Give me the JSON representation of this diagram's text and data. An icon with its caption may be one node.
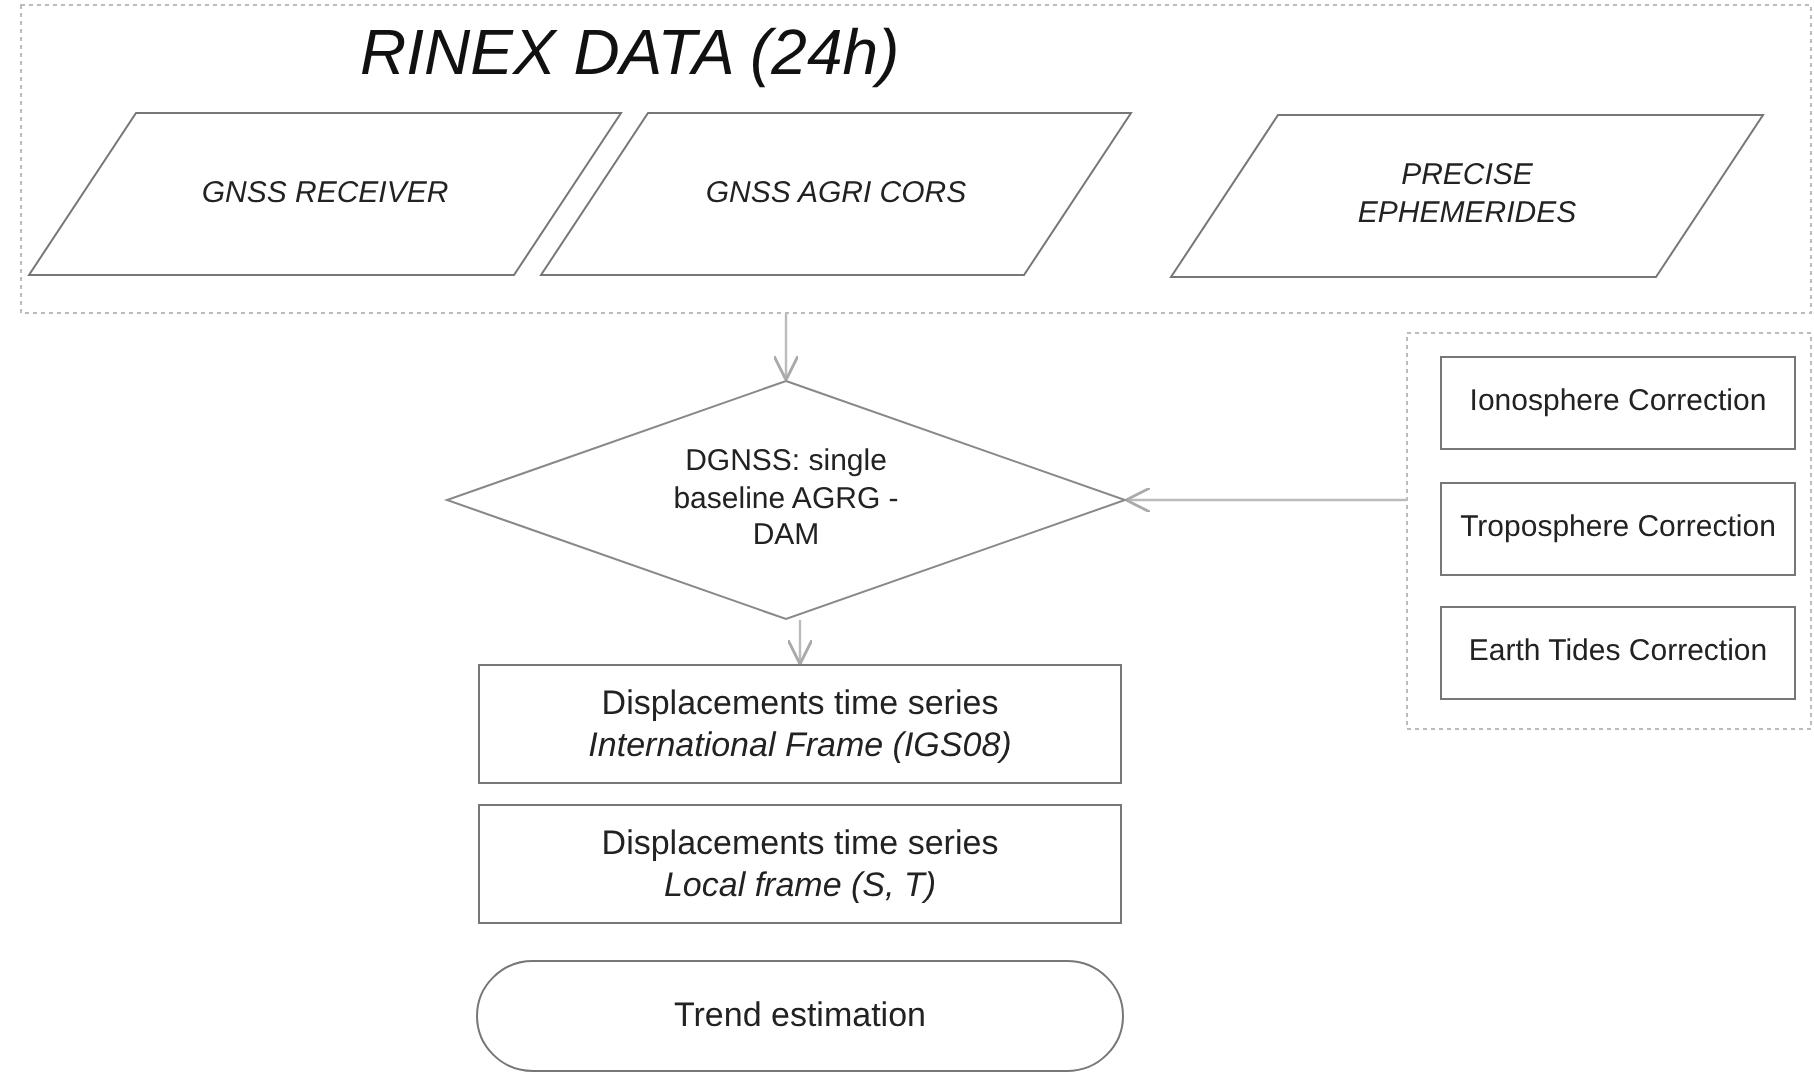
{
  "diagram": {
    "nodes": [
      {
        "text": [
          "RINEX DATA (24h)"
        ]
      },
      {
        "text": [
          "GNSS RECEIVER"
        ],
        "in": 0
      },
      {
        "text": [
          "GNSS AGRI CORS"
        ],
        "in": 0
      },
      {
        "text": [
          "PRECISE EPHEMERIDES"
        ],
        "in": 0
      },
      {
        "text": [],
        "shape": "box"
      },
      {
        "text": [
          "Ionosphere Correction"
        ],
        "in": 4
      },
      {
        "text": [
          "Troposphere Correction"
        ],
        "in": 4
      },
      {
        "text": [
          "Earth Tides Correction"
        ],
        "in": 4
      },
      {
        "text": [
          "DGNSS: single baseline AGRG - DAM"
        ]
      },
      {
        "text": [
          "Displacements time series",
          "International Frame (IGS08)"
        ]
      },
      {
        "text": [
          "Displacements time series",
          "Local frame (S, T)"
        ]
      },
      {
        "text": [
          "Trend estimation"
        ]
      }
    ],
    "edges": [
      {
        "from": 0,
        "to": 8,
        "arrow": "to"
      },
      {
        "from": 4,
        "to": 8,
        "arrow": "to"
      },
      {
        "from": 8,
        "to": 9,
        "arrow": "to"
      }
    ]
  }
}
